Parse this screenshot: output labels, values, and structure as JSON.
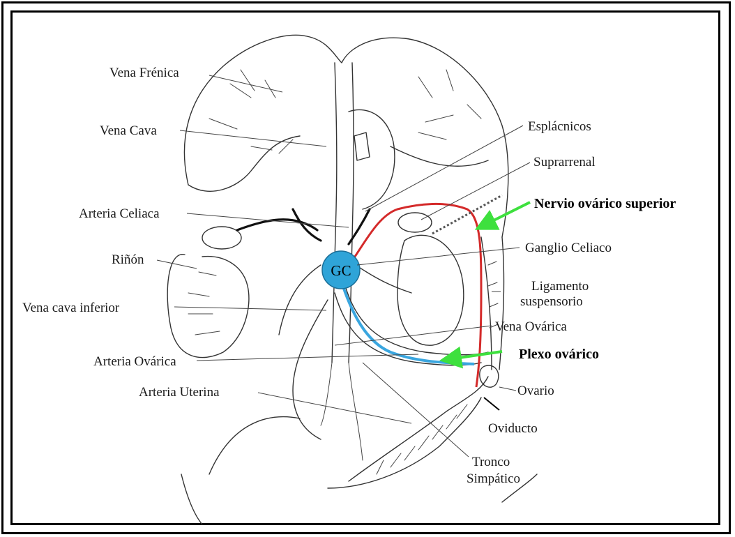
{
  "labels": {
    "vena_frenica": "Vena Frénica",
    "vena_cava": "Vena Cava",
    "esplacnicos": "Esplácnicos",
    "suprarrenal": "Suprarrenal",
    "nervio_ovarico_superior": "Nervio ovárico superior",
    "arteria_celiaca": "Arteria Celiaca",
    "ganglio_celiaco": "Ganglio Celiaco",
    "rinon": "Riñón",
    "ligamento_line1": "Ligamento",
    "ligamento_line2": "suspensorio",
    "vena_cava_inferior": "Vena cava inferior",
    "vena_ovarica": "Vena Ovárica",
    "arteria_ovarica": "Arteria Ovárica",
    "plexo_ovarico": "Plexo ovárico",
    "arteria_uterina": "Arteria Uterina",
    "ovario": "Ovario",
    "oviducto": "Oviducto",
    "tronco_line1": "Tronco",
    "tronco_line2": "Simpático",
    "gc": "GC"
  },
  "colors": {
    "nerve_superior": "#d42a2a",
    "plexus": "#3aa6df",
    "arrow": "#3ee03e",
    "gc_fill": "#2fa4d8",
    "border": "#000000"
  }
}
